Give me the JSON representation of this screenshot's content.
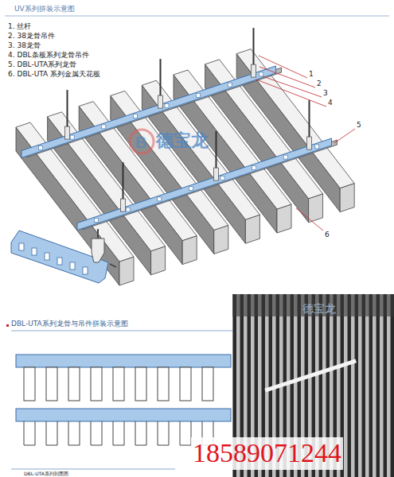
{
  "diagram": {
    "title": "UV系列拼装示意图",
    "labels": [
      "1. 丝杆",
      "2. 38龙骨吊件",
      "3. 38龙骨",
      "4. DBL条板系列龙骨吊件",
      "5. DBL-UTA系列龙骨",
      "6. DBL-UTA 系列金属天花板",
      "1",
      "2",
      "3",
      "4",
      "5",
      "6",
      "德宝龙",
      "DBL-UTA系列龙骨与吊件拼装示意图",
      "DBL-UTA系列剖面图",
      "18589071244",
      "德宝龙"
    ]
  }
}
